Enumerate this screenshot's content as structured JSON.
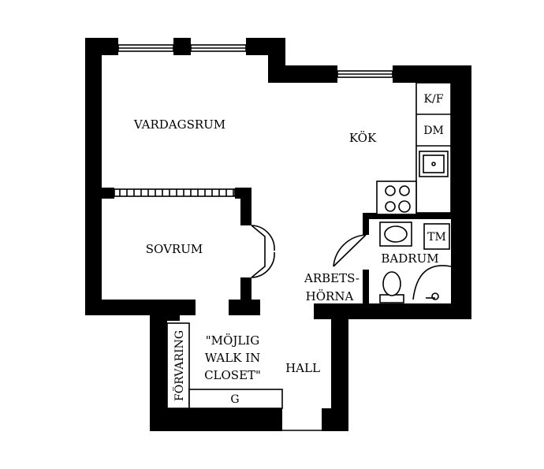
{
  "rooms": {
    "vardagsrum": "VARDAGSRUM",
    "kok": "KÖK",
    "sovrum": "SOVRUM",
    "badrum": "BADRUM",
    "arbetshorna_line1": "ARBETS-",
    "arbetshorna_line2": "HÖRNA",
    "hall": "HALL",
    "closet_line1": "\"MÖJLIG",
    "closet_line2": "WALK IN",
    "closet_line3": "CLOSET\"",
    "forvaring": "FÖRVARING"
  },
  "fixtures": {
    "kf": "K/F",
    "dm": "DM",
    "tm": "TM",
    "g": "G"
  }
}
